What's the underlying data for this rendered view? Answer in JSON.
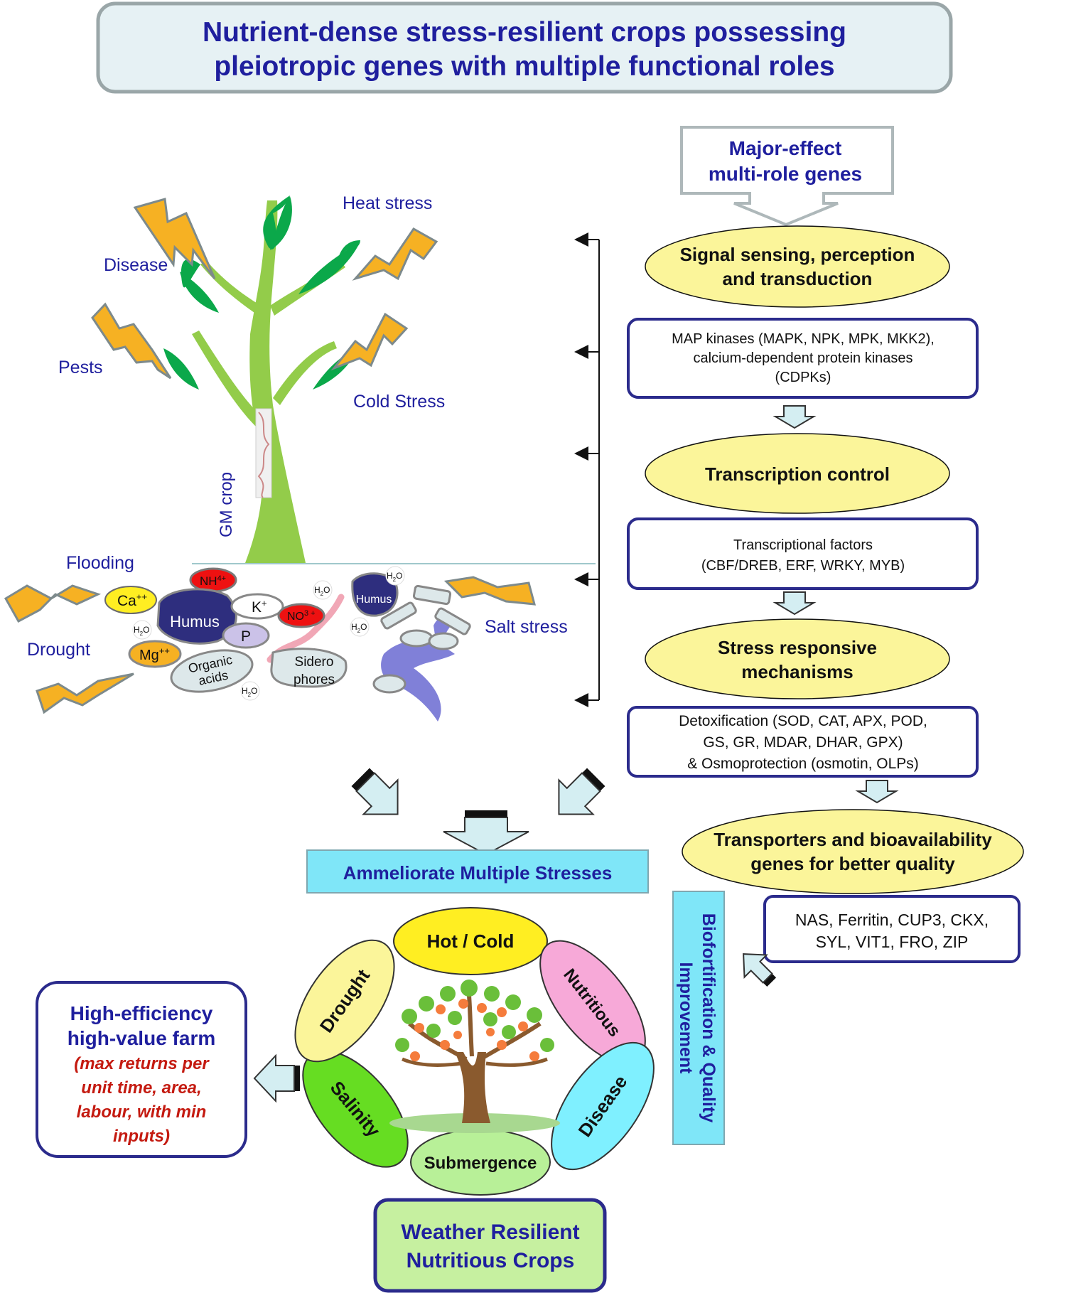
{
  "title": {
    "line1": "Nutrient-dense stress-resilient crops possessing",
    "line2": "pleiotropic genes with multiple functional roles"
  },
  "pathway": {
    "header": {
      "line1": "Major-effect",
      "line2": "multi-role genes"
    },
    "signal": {
      "line1": "Signal sensing, perception",
      "line2": "and transduction"
    },
    "kinases": {
      "line1": "MAP kinases (MAPK, NPK, MPK,  MKK2),",
      "line2": "calcium-dependent protein kinases",
      "line3": "(CDPKs)"
    },
    "transcription": "Transcription control",
    "tfactors": {
      "line1": "Transcriptional factors",
      "line2": "(CBF/DREB, ERF, WRKY, MYB)"
    },
    "stress_mech": {
      "line1": "Stress responsive",
      "line2": "mechanisms"
    },
    "detox": {
      "line1": "Detoxification (SOD, CAT, APX, POD,",
      "line2": "GS, GR, MDAR, DHAR, GPX)",
      "line3": "& Osmoprotection (osmotin, OLPs)"
    },
    "transporters": {
      "line1": "Transporters and bioavailability",
      "line2": "genes for better quality"
    },
    "genes": {
      "line1": "NAS, Ferritin, CUP3, CKX,",
      "line2": "SYL, VIT1, FRO, ZIP"
    },
    "biofort": {
      "line1": "Biofortification & Quality",
      "line2": "Improvement"
    }
  },
  "plant": {
    "label": "GM crop",
    "stresses": {
      "heat": "Heat stress",
      "disease": "Disease",
      "pests": "Pests",
      "cold": "Cold Stress",
      "flooding": "Flooding",
      "drought": "Drought",
      "salt": "Salt stress"
    }
  },
  "soil": {
    "ca": "Ca",
    "ca_sup": "++",
    "nh": "NH",
    "nh_sup": "4+",
    "humus": "Humus",
    "humus2": "Humus",
    "k": "K",
    "k_sup": "+",
    "no": "NO",
    "no_sup": "3 +",
    "p": "P",
    "mg": "Mg",
    "mg_sup": "++",
    "organic1": "Organic",
    "organic2": "acids",
    "sidero1": "Sidero",
    "sidero2": "phores",
    "h2o": "H",
    "h2o_sub": "2",
    "h2o_o": "O"
  },
  "outcome": {
    "ameliorate": "Ammeliorate Multiple Stresses",
    "petals": {
      "hotcold": "Hot / Cold",
      "nutritious": "Nutritious",
      "disease": "Disease",
      "submergence": "Submergence",
      "salinity": "Salinity",
      "drought": "Drought"
    },
    "crops": {
      "line1": "Weather Resilient",
      "line2": "Nutritious Crops"
    },
    "farm": {
      "line1": "High-efficiency",
      "line2": "high-value farm",
      "note1": "(max returns per",
      "note2": "unit time, area,",
      "note3": "labour, with min",
      "note4": "inputs)"
    }
  },
  "colors": {
    "title_text": "#1f1f9e",
    "title_box_fill": "#e6f1f4",
    "title_box_stroke": "#9aa6a8",
    "ellipse_fill": "#fbf59a",
    "box_stroke": "#2b2b8c",
    "leaf_green": "#0ba84a",
    "stem_green": "#93cc4a",
    "bolt_fill": "#f6b123",
    "cyan_box": "#7fe6f8",
    "red_italic": "#c41a10",
    "petal_yellow": "#ffee22",
    "petal_pink": "#f7a9d8",
    "petal_cyan": "#7ff0ff",
    "petal_lightgreen": "#b8f098",
    "petal_green": "#66dd22",
    "petal_paleyellow": "#fbf59a",
    "crops_fill": "#c6f0a0"
  }
}
